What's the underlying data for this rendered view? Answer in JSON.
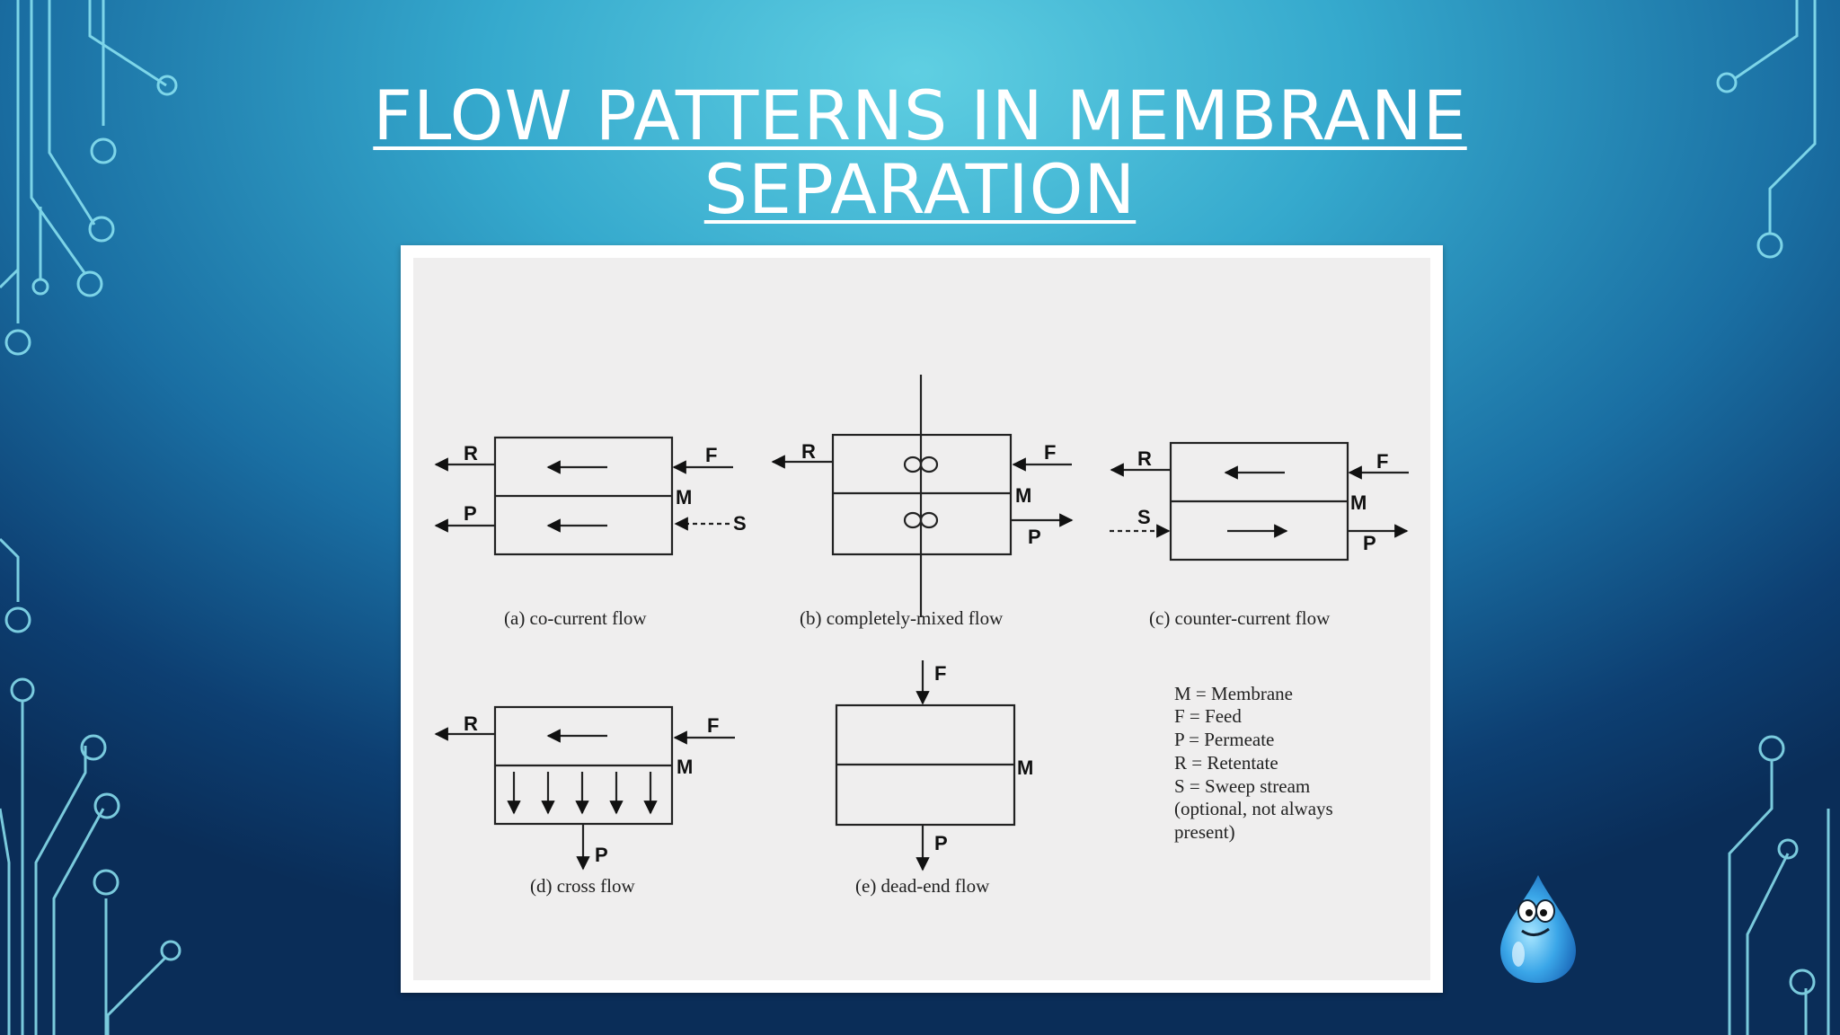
{
  "slide": {
    "title_line1": "FLOW PATTERNS IN MEMBRANE",
    "title_line2": "SEPARATION"
  },
  "diagram": {
    "captions": {
      "a": "(a)  co-current flow",
      "b": "(b)  completely-mixed flow",
      "c": "(c)  counter-current flow",
      "d": "(d)  cross flow",
      "e": "(e)  dead-end flow"
    },
    "labels": {
      "R": "R",
      "F": "F",
      "P": "P",
      "M": "M",
      "S": "S"
    },
    "legend": [
      "M = Membrane",
      "F = Feed",
      "P = Permeate",
      "R = Retentate",
      "S = Sweep stream",
      "(optional, not always",
      "present)"
    ]
  },
  "colors": {
    "accent": "#5fcfe2",
    "background_dark": "#0a2d58",
    "circuit": "#7fe0f0"
  },
  "icons": [
    "circuit-decoration",
    "water-drop-mascot-icon"
  ]
}
